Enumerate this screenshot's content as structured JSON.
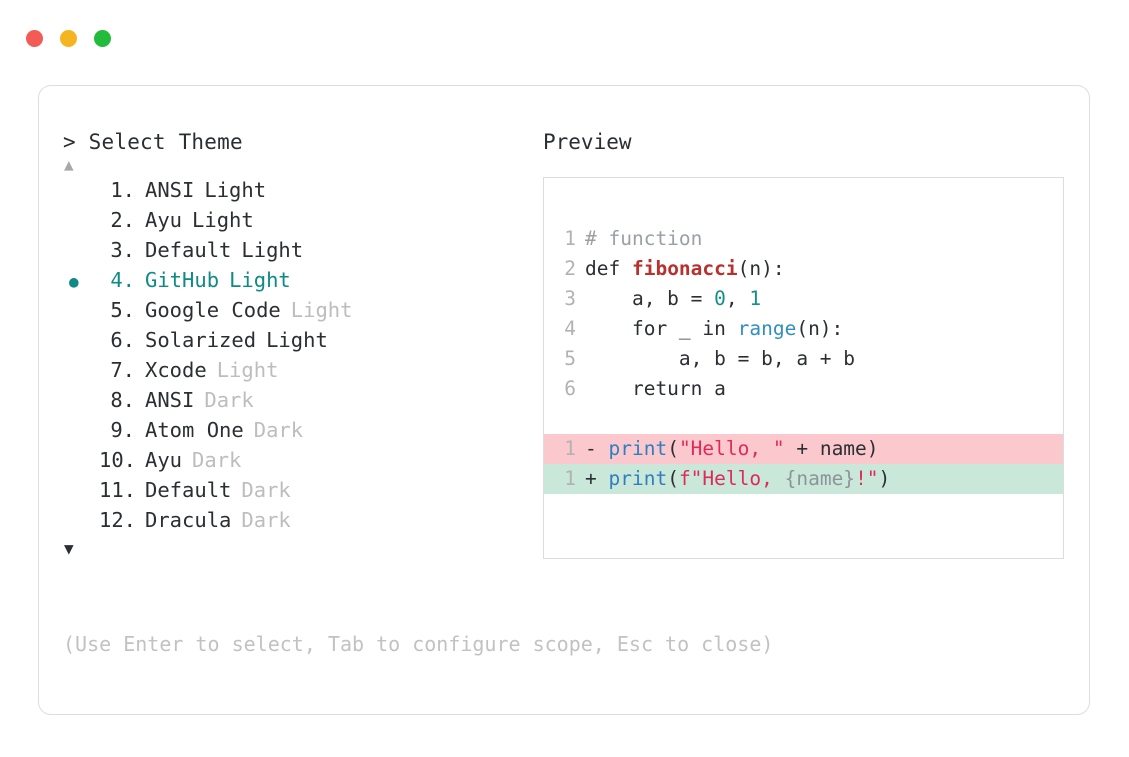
{
  "window": {
    "dots": [
      {
        "name": "close",
        "color": "#f25c54"
      },
      {
        "name": "minimize",
        "color": "#f5b521"
      },
      {
        "name": "maximize",
        "color": "#22bb3b"
      }
    ]
  },
  "picker": {
    "prompt": "> Select Theme",
    "scroll_up_glyph": "▲",
    "scroll_down_glyph": "▼",
    "selected_index": 4,
    "bullet_glyph": "●",
    "accent_color": "#0f8a85",
    "items": [
      {
        "index": "1.",
        "name": "ANSI",
        "variant": "Light",
        "variant_muted": false
      },
      {
        "index": "2.",
        "name": "Ayu",
        "variant": "Light",
        "variant_muted": false
      },
      {
        "index": "3.",
        "name": "Default",
        "variant": "Light",
        "variant_muted": false
      },
      {
        "index": "4.",
        "name": "GitHub",
        "variant": "Light",
        "variant_muted": false
      },
      {
        "index": "5.",
        "name": "Google Code",
        "variant": "Light",
        "variant_muted": true
      },
      {
        "index": "6.",
        "name": "Solarized",
        "variant": "Light",
        "variant_muted": false
      },
      {
        "index": "7.",
        "name": "Xcode",
        "variant": "Light",
        "variant_muted": true
      },
      {
        "index": "8.",
        "name": "ANSI",
        "variant": "Dark",
        "variant_muted": true
      },
      {
        "index": "9.",
        "name": "Atom One",
        "variant": "Dark",
        "variant_muted": true
      },
      {
        "index": "10.",
        "name": "Ayu",
        "variant": "Dark",
        "variant_muted": true
      },
      {
        "index": "11.",
        "name": "Default",
        "variant": "Dark",
        "variant_muted": true
      },
      {
        "index": "12.",
        "name": "Dracula",
        "variant": "Dark",
        "variant_muted": true
      }
    ],
    "hint": "(Use Enter to select, Tab to configure scope, Esc to close)"
  },
  "preview": {
    "label": "Preview",
    "code_lines": [
      {
        "ln": "1",
        "tokens": [
          {
            "t": "# function",
            "c": "com"
          }
        ]
      },
      {
        "ln": "2",
        "tokens": [
          {
            "t": "def ",
            "c": "kw"
          },
          {
            "t": "fibonacci",
            "c": "fn"
          },
          {
            "t": "(n):",
            "c": "txt"
          }
        ]
      },
      {
        "ln": "3",
        "tokens": [
          {
            "t": "    a, b = ",
            "c": "txt"
          },
          {
            "t": "0",
            "c": "num"
          },
          {
            "t": ", ",
            "c": "txt"
          },
          {
            "t": "1",
            "c": "num"
          }
        ]
      },
      {
        "ln": "4",
        "tokens": [
          {
            "t": "    for _ in ",
            "c": "txt"
          },
          {
            "t": "range",
            "c": "bi"
          },
          {
            "t": "(n):",
            "c": "txt"
          }
        ]
      },
      {
        "ln": "5",
        "tokens": [
          {
            "t": "        a, b = b, a + b",
            "c": "txt"
          }
        ]
      },
      {
        "ln": "6",
        "tokens": [
          {
            "t": "    return a",
            "c": "txt"
          }
        ]
      }
    ],
    "diff_lines": [
      {
        "ln": "1",
        "kind": "del",
        "sign": "-",
        "tokens": [
          {
            "t": "print",
            "c": "call"
          },
          {
            "t": "(",
            "c": "txt"
          },
          {
            "t": "\"Hello, \"",
            "c": "str"
          },
          {
            "t": " + name)",
            "c": "txt"
          }
        ]
      },
      {
        "ln": "1",
        "kind": "add",
        "sign": "+",
        "tokens": [
          {
            "t": "print",
            "c": "call"
          },
          {
            "t": "(",
            "c": "txt"
          },
          {
            "t": "f\"Hello, ",
            "c": "str"
          },
          {
            "t": "{name}",
            "c": "interp"
          },
          {
            "t": "!\"",
            "c": "str"
          },
          {
            "t": ")",
            "c": "txt"
          }
        ]
      }
    ]
  }
}
